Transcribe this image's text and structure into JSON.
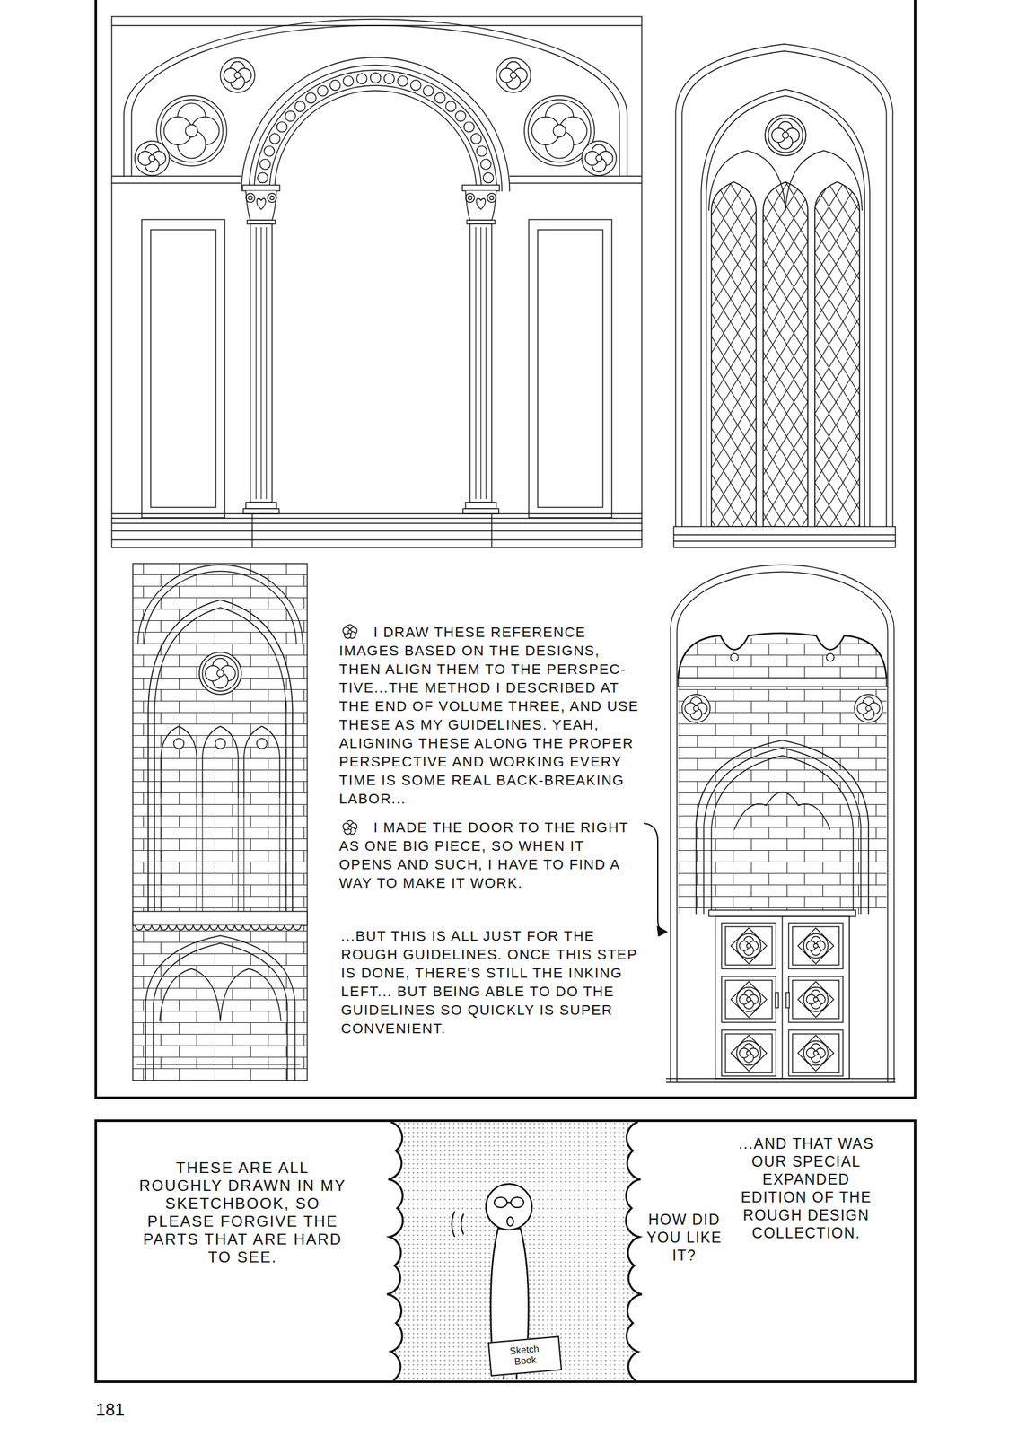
{
  "diagram": {
    "nodes": [
      {
        "text": [
          "I DRAW THESE REFERENCE IMAGES BASED ON THE DESIGNS, THEN ALIGN THEM TO THE PERSPEC- TIVE...THE METHOD I DESCRIBED AT THE END OF VOLUME THREE, AND USE THESE AS MY GUIDELINES. YEAH, ALIGNING THESE ALONG THE PROPER PERSPECTIVE AND WORKING EVERY TIME IS SOME REAL BACK-BREAKING LABOR...",
          "I MADE THE DOOR TO THE RIGHT AS ONE BIG PIECE, SO WHEN IT OPENS AND SUCH, I HAVE TO FIND A WAY TO MAKE IT WORK.",
          "...BUT THIS IS ALL JUST FOR THE ROUGH GUIDELINES. ONCE THIS STEP IS DONE, THERE'S STILL THE INKING LEFT... BUT BEING ABLE TO DO THE GUIDELINES SO QUICKLY IS SUPER CONVENIENT."
        ]
      },
      {
        "text": [
          "...AND THAT WAS OUR SPECIAL EXPANDED EDITION OF THE ROUGH DESIGN COLLECTION.",
          "HOW DID YOU LIKE IT?"
        ]
      },
      {
        "text": [
          "THESE ARE ALL ROUGHLY DRAWN IN MY SKETCHBOOK, SO PLEASE FORGIVE THE PARTS THAT ARE HARD TO SEE."
        ]
      },
      {
        "text": [
          "Sketch Book"
        ]
      }
    ],
    "labels": [
      "181"
    ]
  }
}
